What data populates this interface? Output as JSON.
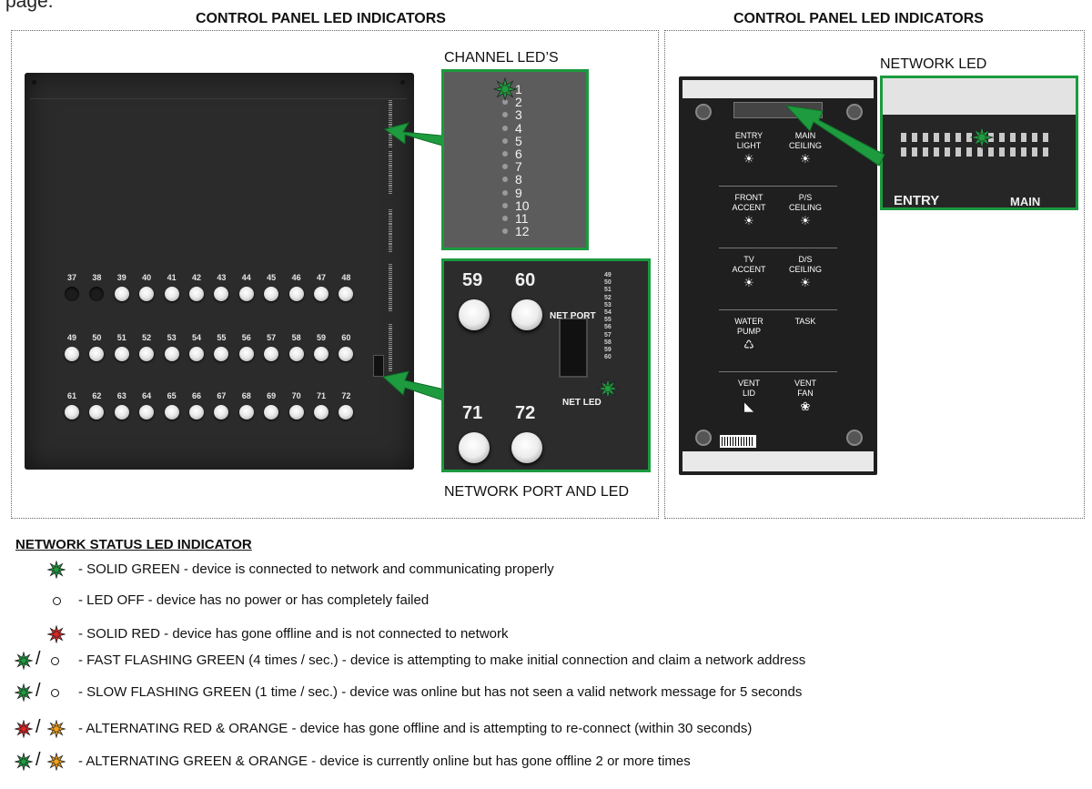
{
  "page_fragment": "page.",
  "left_section": {
    "title": "CONTROL PANEL LED INDICATORS",
    "channel_leds_label": "CHANNEL LED’S",
    "channel_numbers": [
      "1",
      "2",
      "3",
      "4",
      "5",
      "6",
      "7",
      "8",
      "9",
      "10",
      "11",
      "12"
    ],
    "network_port_label": "NETWORK PORT AND LED",
    "zoom_button_numbers": [
      "59",
      "60",
      "71",
      "72"
    ],
    "zoom_net_port_label": "NET PORT",
    "zoom_net_led_label": "NET LED",
    "zoom_channel_numbers": [
      "49",
      "50",
      "51",
      "52",
      "53",
      "54",
      "55",
      "56",
      "57",
      "58",
      "59",
      "60"
    ],
    "panel_rows": [
      [
        "37",
        "38",
        "39",
        "40",
        "41",
        "42",
        "43",
        "44",
        "45",
        "46",
        "47",
        "48"
      ],
      [
        "49",
        "50",
        "51",
        "52",
        "53",
        "54",
        "55",
        "56",
        "57",
        "58",
        "59",
        "60"
      ],
      [
        "61",
        "62",
        "63",
        "64",
        "65",
        "66",
        "67",
        "68",
        "69",
        "70",
        "71",
        "72"
      ]
    ]
  },
  "right_section": {
    "title": "CONTROL PANEL LED INDICATORS",
    "network_led_label": "NETWORK LED",
    "zoom_labels": [
      "ENTRY",
      "MAIN"
    ],
    "keys": [
      {
        "line1": "ENTRY",
        "line2": "LIGHT",
        "icon": "☀"
      },
      {
        "line1": "MAIN",
        "line2": "CEILING",
        "icon": "☀"
      },
      {
        "line1": "FRONT",
        "line2": "ACCENT",
        "icon": "☀"
      },
      {
        "line1": "P/S",
        "line2": "CEILING",
        "icon": "☀"
      },
      {
        "line1": "TV",
        "line2": "ACCENT",
        "icon": "☀"
      },
      {
        "line1": "D/S",
        "line2": "CEILING",
        "icon": "☀"
      },
      {
        "line1": "WATER",
        "line2": "PUMP",
        "icon": "♺"
      },
      {
        "line1": "TASK",
        "line2": "",
        "icon": ""
      },
      {
        "line1": "VENT",
        "line2": "LID",
        "icon": "◣"
      },
      {
        "line1": "VENT",
        "line2": "FAN",
        "icon": "❀"
      }
    ]
  },
  "legend": {
    "title": "NETWORK STATUS LED INDICATOR",
    "items": [
      {
        "icons": "green",
        "text": "- SOLID GREEN - device is connected to network and communicating properly"
      },
      {
        "icons": "off",
        "text": "- LED OFF - device has no power or has completely failed"
      },
      {
        "icons": "red",
        "text": "- SOLID RED - device has gone offline and is not connected to network"
      },
      {
        "icons": "green/off",
        "text": "- FAST FLASHING GREEN (4 times / sec.) - device is attempting to make initial connection and claim a network address"
      },
      {
        "icons": "green/off",
        "text": "- SLOW FLASHING GREEN (1 time / sec.) - device was online but has not seen a valid network message for 5 seconds"
      },
      {
        "icons": "red/orange",
        "text": "- ALTERNATING RED & ORANGE - device has gone offline and is attempting to re-connect (within 30 seconds)"
      },
      {
        "icons": "green/orange",
        "text": "- ALTERNATING GREEN & ORANGE - device is currently online but has gone offline 2 or more times"
      }
    ]
  },
  "colors": {
    "led_green": "#1e9b3e",
    "led_red": "#e02424",
    "led_orange": "#f4a21b",
    "highlight_frame": "#1b9a3f"
  }
}
